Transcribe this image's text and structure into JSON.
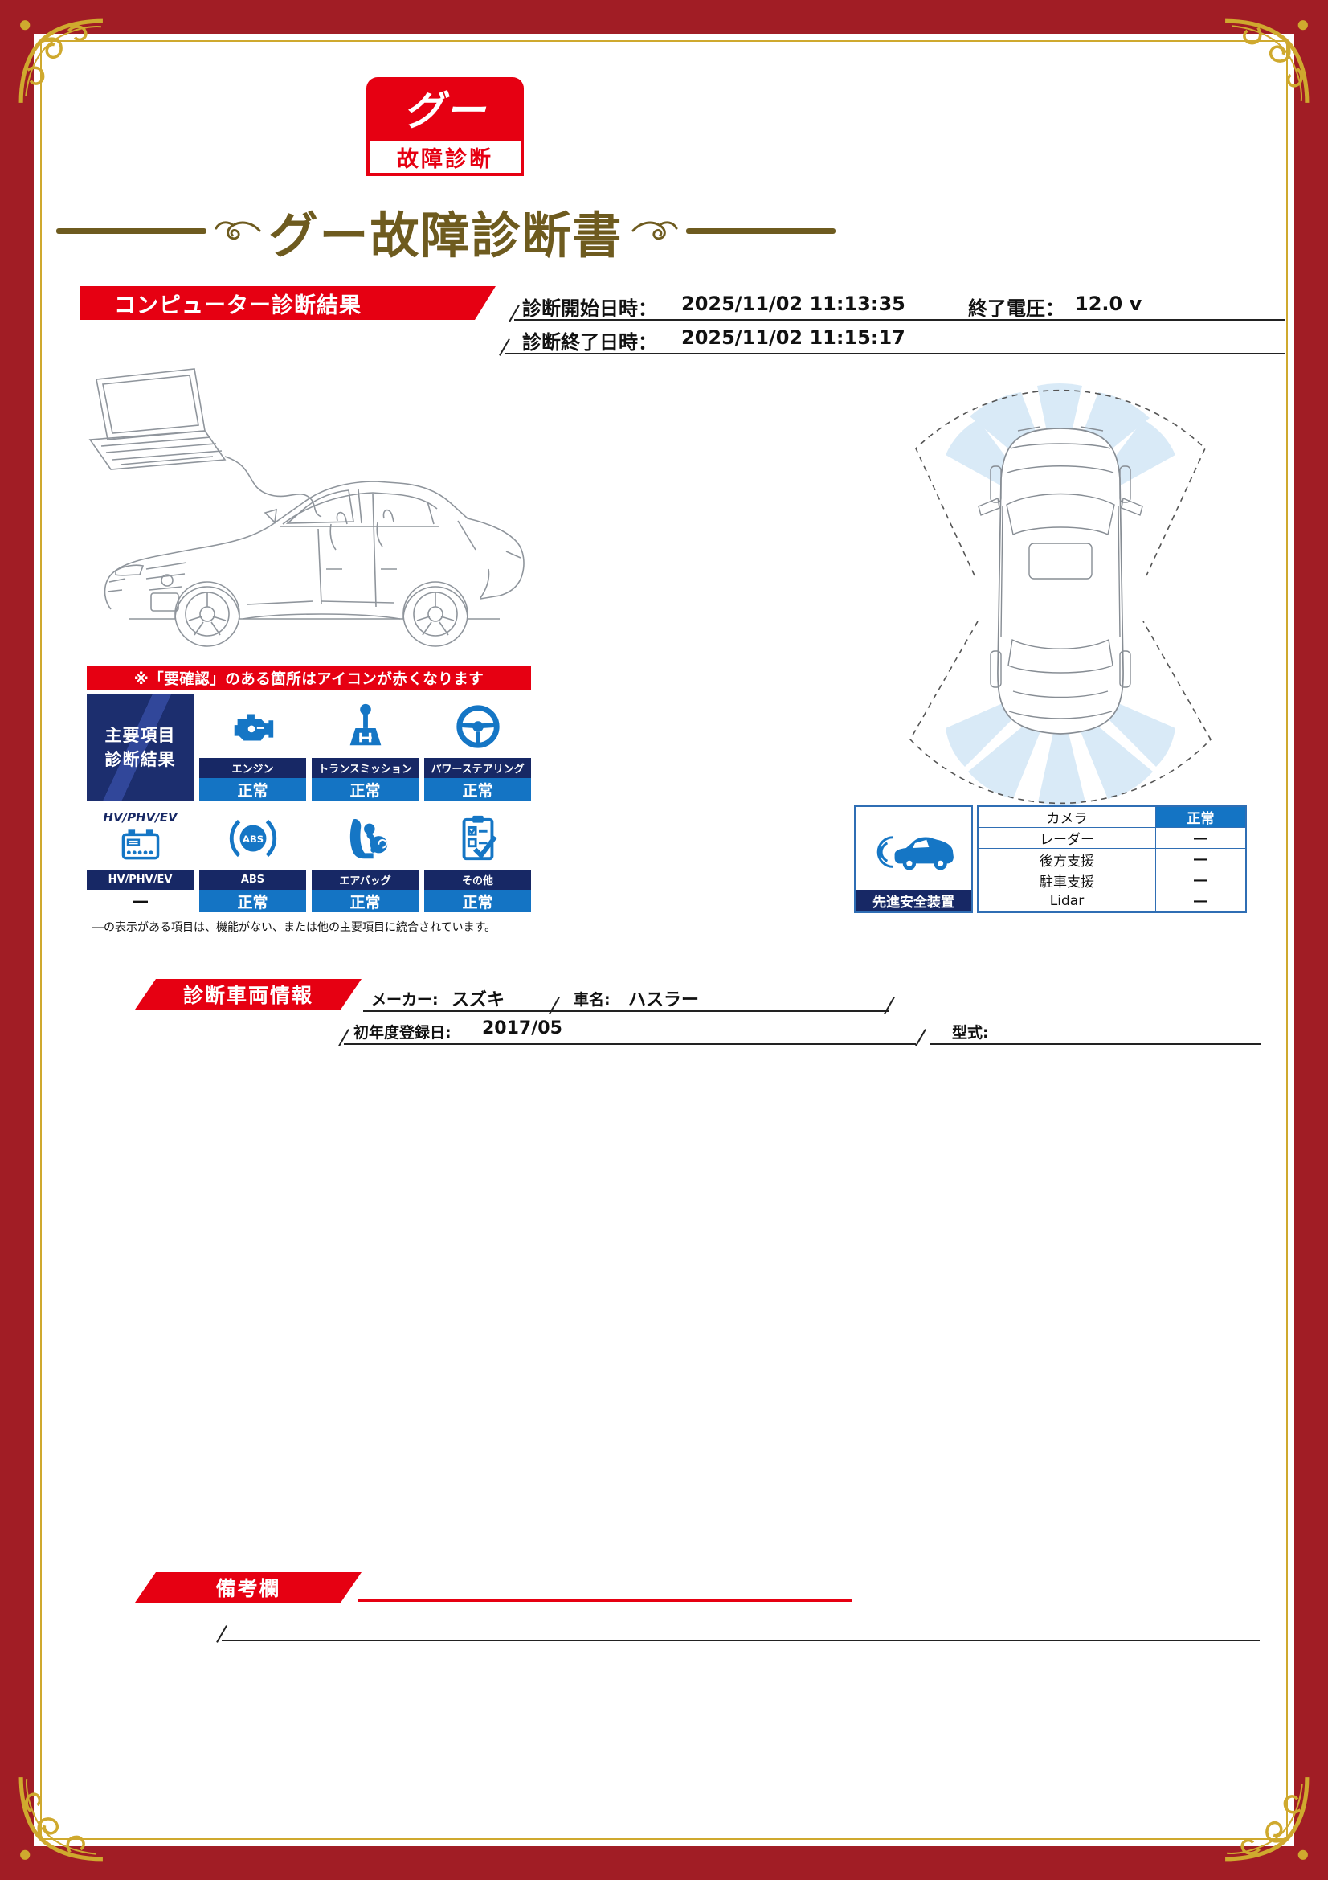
{
  "logo": {
    "mark": "グー",
    "caption": "故障診断"
  },
  "title": "グー故障診断書",
  "computer_diagnosis": {
    "section_title": "コンピューター診断結果",
    "start_time_label": "診断開始日時：",
    "start_time": "2025/11/02 11:13:35",
    "end_voltage_label": "終了電圧：",
    "end_voltage": "12.0 v",
    "end_time_label": "診断終了日時：",
    "end_time": "2025/11/02 11:15:17",
    "alert_note": "※「要確認」のある箇所はアイコンが赤くなります",
    "legend_line1": "主要項目",
    "legend_line2": "診断結果",
    "items": [
      {
        "label": "エンジン",
        "status": "正常"
      },
      {
        "label": "トランスミッション",
        "status": "正常"
      },
      {
        "label": "パワーステアリング",
        "status": "正常"
      },
      {
        "header": "HV/PHV/EV",
        "label": "HV/PHV/EV",
        "status": "―"
      },
      {
        "label": "ABS",
        "status": "正常"
      },
      {
        "label": "エアバッグ",
        "status": "正常"
      },
      {
        "label": "その他",
        "status": "正常"
      }
    ],
    "dash_note": "―の表示がある項目は、機能がない、または他の主要項目に統合されています。"
  },
  "advanced_safety": {
    "label": "先進安全装置",
    "rows": [
      {
        "label": "カメラ",
        "status": "正常"
      },
      {
        "label": "レーダー",
        "status": "―"
      },
      {
        "label": "後方支援",
        "status": "―"
      },
      {
        "label": "駐車支援",
        "status": "―"
      },
      {
        "label": "Lidar",
        "status": "―"
      }
    ]
  },
  "vehicle_info": {
    "section_title": "診断車両情報",
    "maker_label": "メーカー:",
    "maker": "スズキ",
    "car_name_label": "車名:",
    "car_name": "ハスラー",
    "first_registration_label": "初年度登録日:",
    "first_registration": "2017/05",
    "model_code_label": "型式:"
  },
  "remarks": {
    "section_title": "備考欄"
  },
  "colors": {
    "frame_red": "#a11d25",
    "accent_red": "#e60012",
    "gold": "#cfa92e",
    "title_bronze": "#6e5b1f",
    "navy": "#172865",
    "status_blue": "#1474c4"
  }
}
